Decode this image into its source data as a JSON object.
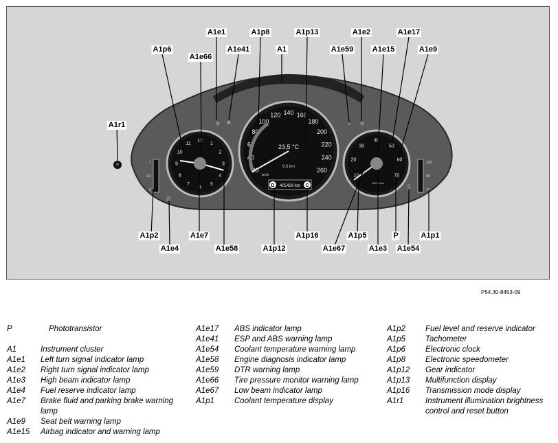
{
  "figure_ref": "P54.30-8453-09",
  "cluster": {
    "temperature": "23,5 °C",
    "trip": "9,6 km",
    "odometer": "405429 km",
    "gear_left": "D",
    "gear_right": "C",
    "speed_ticks": [
      "20",
      "40",
      "60",
      "80",
      "100",
      "120",
      "140",
      "160",
      "180",
      "200",
      "220",
      "240",
      "260"
    ],
    "clock_ticks": [
      "12",
      "1",
      "2",
      "3",
      "4",
      "5",
      "6",
      "7",
      "8",
      "9",
      "10",
      "11"
    ],
    "tacho_ticks": [
      "10",
      "20",
      "30",
      "40",
      "50",
      "60",
      "70"
    ],
    "speed_unit": "km/h",
    "tacho_unit": "x1000/min",
    "fuel_ticks": [
      "1",
      "1/2",
      "0"
    ],
    "coolant_ticks": [
      "120",
      "80",
      "40"
    ]
  },
  "callouts": {
    "A1e1": "A1e1",
    "A1p8": "A1p8",
    "A1p13": "A1p13",
    "A1e2": "A1e2",
    "A1e17": "A1e17",
    "A1p6": "A1p6",
    "A1e66": "A1e66",
    "A1e41": "A1e41",
    "A1": "A1",
    "A1e59": "A1e59",
    "A1e15": "A1e15",
    "A1e9": "A1e9",
    "A1r1": "A1r1",
    "A1p2": "A1p2",
    "A1e4": "A1e4",
    "A1e7": "A1e7",
    "A1e58": "A1e58",
    "A1p12": "A1p12",
    "A1p16": "A1p16",
    "A1e67": "A1e67",
    "A1p5": "A1p5",
    "A1e3": "A1e3",
    "P": "P",
    "A1e54": "A1e54",
    "A1p1": "A1p1"
  },
  "legend": {
    "col1": [
      {
        "code": "P",
        "desc": "Phototransistor"
      },
      {
        "code": "",
        "desc": ""
      },
      {
        "code": "A1",
        "desc": "Instrument cluster"
      },
      {
        "code": "A1e1",
        "desc": "Left turn signal indicator lamp"
      },
      {
        "code": "A1e2",
        "desc": "Right turn signal indicator lamp"
      },
      {
        "code": "A1e3",
        "desc": "High beam indicator lamp"
      },
      {
        "code": "A1e4",
        "desc": "Fuel reserve indicator lamp"
      },
      {
        "code": "A1e7",
        "desc": "Brake fluid and parking brake warning lamp"
      },
      {
        "code": "A1e9",
        "desc": "Seat belt warning lamp"
      },
      {
        "code": "A1e15",
        "desc": "Airbag indicator and warning lamp"
      }
    ],
    "col2": [
      {
        "code": "A1e17",
        "desc": "ABS indicator lamp"
      },
      {
        "code": "A1e41",
        "desc": "ESP and ABS warning lamp"
      },
      {
        "code": "A1e54",
        "desc": "Coolant temperature warning lamp"
      },
      {
        "code": "A1e58",
        "desc": "Engine diagnosis indicator lamp"
      },
      {
        "code": "A1e59",
        "desc": "DTR warning lamp"
      },
      {
        "code": "A1e66",
        "desc": "Tire pressure monitor warning lamp"
      },
      {
        "code": "A1e67",
        "desc": "Low beam indicator lamp"
      },
      {
        "code": "A1p1",
        "desc": "Coolant temperature display"
      }
    ],
    "col3": [
      {
        "code": "A1p2",
        "desc": "Fuel level and reserve indicator"
      },
      {
        "code": "A1p5",
        "desc": "Tachometer"
      },
      {
        "code": "A1p6",
        "desc": "Electronic clock"
      },
      {
        "code": "A1p8",
        "desc": "Electronic speedometer"
      },
      {
        "code": "A1p12",
        "desc": "Gear indicator"
      },
      {
        "code": "A1p13",
        "desc": "Multifunction display"
      },
      {
        "code": "A1p16",
        "desc": "Transmission mode display"
      },
      {
        "code": "A1r1",
        "desc": "Instrument illumination brightness control and reset button"
      }
    ]
  }
}
